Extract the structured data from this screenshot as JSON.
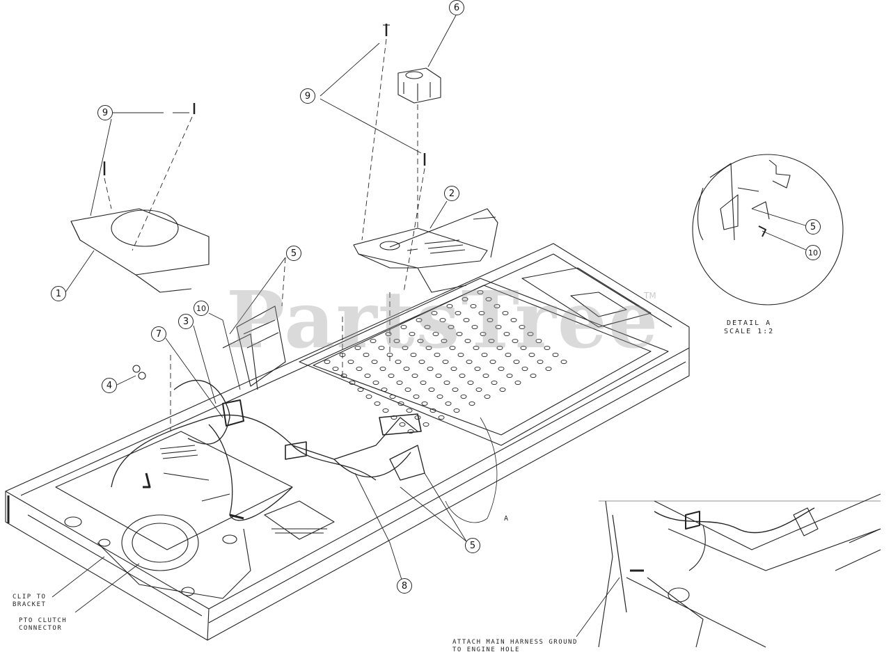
{
  "callouts": [
    {
      "id": "c9a",
      "label": "9"
    },
    {
      "id": "c9b",
      "label": "9"
    },
    {
      "id": "c6",
      "label": "6"
    },
    {
      "id": "c2",
      "label": "2"
    },
    {
      "id": "c1",
      "label": "1"
    },
    {
      "id": "c5a",
      "label": "5"
    },
    {
      "id": "c10a",
      "label": "10"
    },
    {
      "id": "c3",
      "label": "3"
    },
    {
      "id": "c7",
      "label": "7"
    },
    {
      "id": "c4",
      "label": "4"
    },
    {
      "id": "c5b",
      "label": "5"
    },
    {
      "id": "c8",
      "label": "8"
    },
    {
      "id": "c5c",
      "label": "5"
    },
    {
      "id": "c10b",
      "label": "10"
    }
  ],
  "notes": {
    "clip_to_bracket": [
      "CLIP TO",
      "BRACKET"
    ],
    "pto_clutch": [
      "PTO CLUTCH",
      "CONNECTOR"
    ],
    "harness_ground": [
      "ATTACH MAIN HARNESS GROUND",
      "TO ENGINE HOLE"
    ],
    "detail": [
      "DETAIL A",
      "SCALE 1:2"
    ],
    "view_a": "A"
  },
  "watermark": {
    "text": "PartsTree",
    "tm": "TM"
  }
}
